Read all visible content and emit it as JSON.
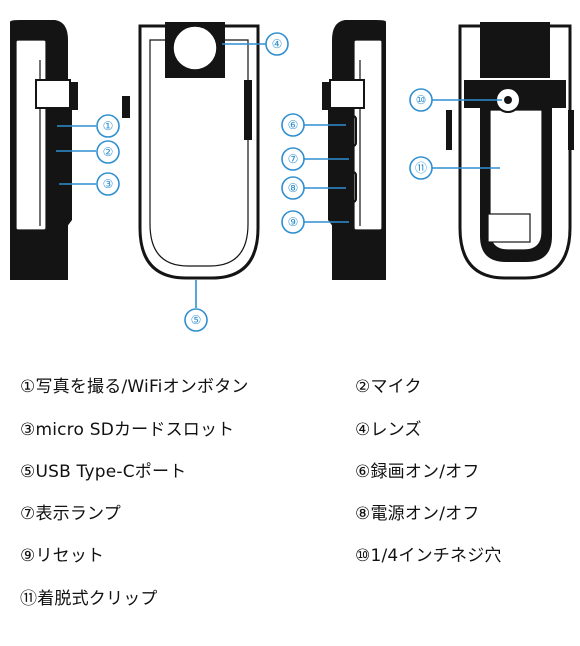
{
  "callouts": [
    "①",
    "②",
    "③",
    "④",
    "⑤",
    "⑥",
    "⑦",
    "⑧",
    "⑨",
    "⑩",
    "⑪"
  ],
  "labels": [
    {
      "num": "①",
      "text": "写真を撮る/WiFiオンボタン"
    },
    {
      "num": "②",
      "text": "マイク"
    },
    {
      "num": "③",
      "text": "micro SDカードスロット"
    },
    {
      "num": "④",
      "text": "レンズ"
    },
    {
      "num": "⑤",
      "text": "USB Type-Cポート"
    },
    {
      "num": "⑥",
      "text": "録画オン/オフ"
    },
    {
      "num": "⑦",
      "text": "表示ランプ"
    },
    {
      "num": "⑧",
      "text": "電源オン/オフ"
    },
    {
      "num": "⑨",
      "text": "リセット"
    },
    {
      "num": "⑩",
      "text": "1/4インチネジ穴"
    },
    {
      "num": "⑪",
      "text": "着脱式クリップ"
    }
  ],
  "colors": {
    "accent": "#2f8fd0",
    "device": "#141414",
    "text": "#111111"
  }
}
